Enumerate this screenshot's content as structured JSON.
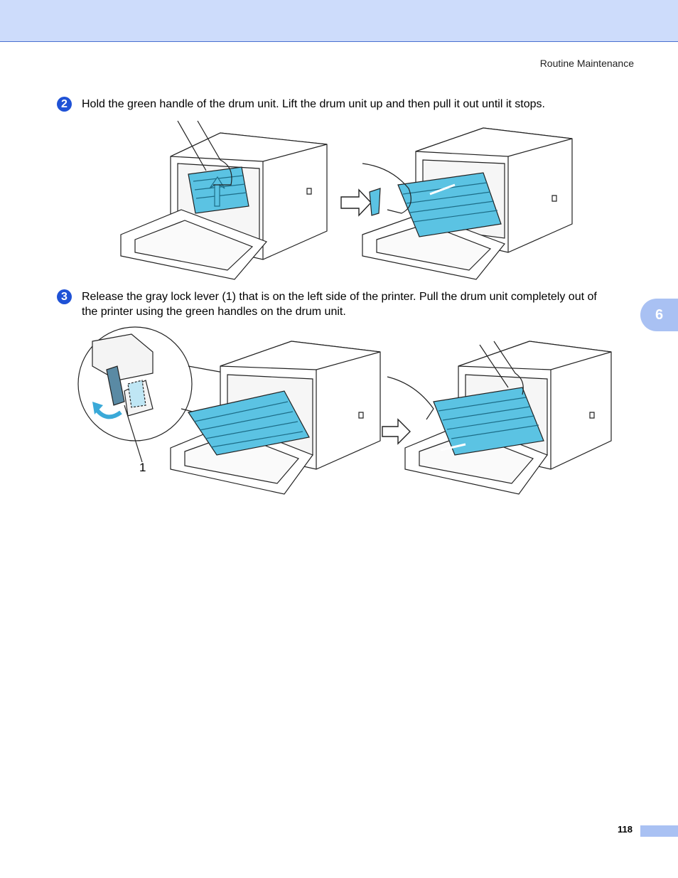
{
  "header": {
    "section_title": "Routine Maintenance"
  },
  "steps": [
    {
      "number": "2",
      "text": "Hold the green handle of the drum unit. Lift the drum unit up and then pull it out until it stops."
    },
    {
      "number": "3",
      "text_line1": "Release the gray lock lever (1) that is on the left side of the printer. Pull the drum unit completely out of",
      "text_line2": "the printer using the green handles on the drum unit."
    }
  ],
  "figures": {
    "callout_label": "1"
  },
  "chapter_tab": {
    "number": "6"
  },
  "footer": {
    "page_number": "118"
  },
  "colors": {
    "accent_blue": "#1f52d6",
    "drum_cyan": "#5bc3e3",
    "tab_blue": "#a9c1f3",
    "band_blue": "#cddcfb"
  }
}
